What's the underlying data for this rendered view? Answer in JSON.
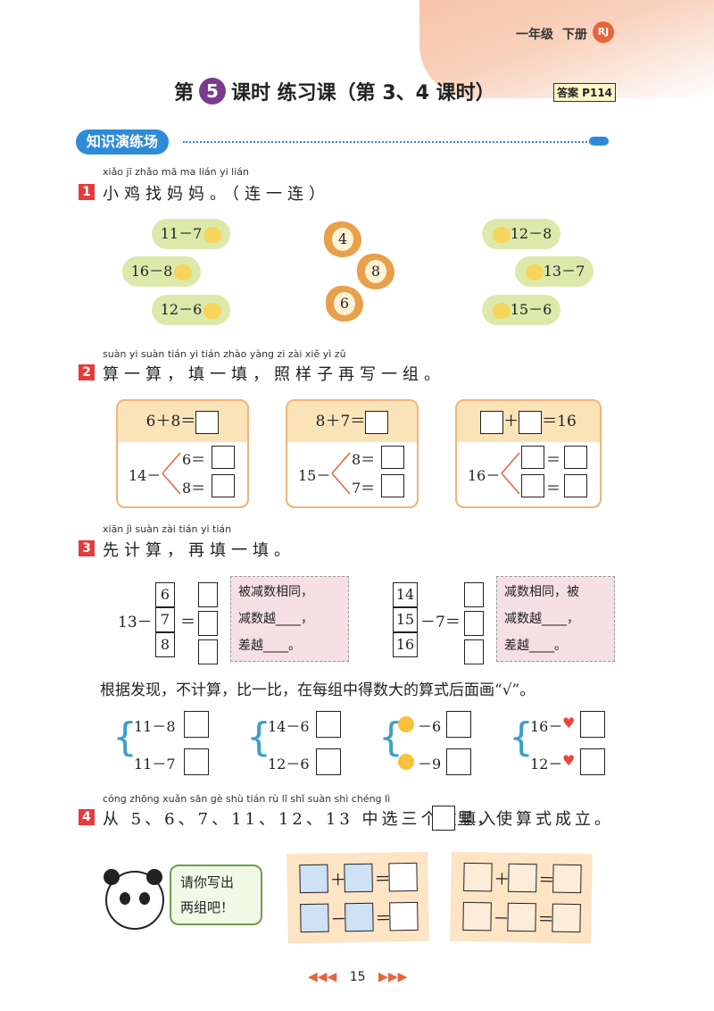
{
  "header": {
    "grade": "一年级",
    "volume": "下册",
    "badge": "RJ"
  },
  "title": {
    "prefix": "第",
    "lesson_no": "5",
    "suffix": "课时 练习课（第 3、4 课时）",
    "answer": "答案 P114"
  },
  "section": {
    "label": "知识演练场"
  },
  "q1": {
    "num": "1",
    "pinyin": "xiǎo jī zhǎo mā ma        lián yi lián",
    "text": "小鸡找妈妈。（连一连）",
    "left": [
      "11－7",
      "16－8",
      "12－6"
    ],
    "hens": [
      "4",
      "8",
      "6"
    ],
    "right": [
      "12－8",
      "13－7",
      "15－6"
    ]
  },
  "q2": {
    "num": "2",
    "pinyin": "suàn yi suàn  tián yi tián  zhào yàng zi zài xiě yì zǔ",
    "text": "算一算，填一填，照样子再写一组。",
    "cards": [
      {
        "top": "6＋8＝",
        "minuend": "14－",
        "a": "6＝",
        "b": "8＝"
      },
      {
        "top": "8＋7＝",
        "minuend": "15－",
        "a": "8＝",
        "b": "7＝"
      },
      {
        "top_plus": "＋",
        "top_eq": "＝16",
        "minuend": "16－",
        "eq": "＝"
      }
    ]
  },
  "q3": {
    "num": "3",
    "pinyin": "xiān jì suàn  zài tián yi tián",
    "text": "先计算，再填一填。",
    "left": {
      "minuend": "13－",
      "subs": [
        "6",
        "7",
        "8"
      ],
      "eq": "＝"
    },
    "right": {
      "nums": [
        "14",
        "15",
        "16"
      ],
      "sub": "－7＝"
    },
    "note1": [
      "被减数相同，",
      "减数越____，",
      "差越____。"
    ],
    "note2": [
      "减数相同，被",
      "减数越____，",
      "差越____。"
    ],
    "instruction": "根据发现，不计算，比一比，在每组中得数大的算式后面画“√”。",
    "groups": [
      {
        "a": "11－8",
        "b": "11－7"
      },
      {
        "a": "14－6",
        "b": "12－6"
      },
      {
        "a": "－6",
        "b": "－9"
      },
      {
        "a": "16－",
        "b": "12－"
      }
    ]
  },
  "q4": {
    "num": "4",
    "pinyin": "cóng        zhōng xuǎn sān gè shù tián rù     lǐ   shǐ suàn shì chéng lì",
    "text_a": "从 5、6、7、11、12、13 中选三个数填入",
    "text_b": "里，使算式成立。",
    "bubble": [
      "请你写出",
      "两组吧！"
    ],
    "plus": "＋",
    "minus": "－",
    "eq": "＝"
  },
  "footer": {
    "page": "15",
    "arrows_left": "◀◀◀",
    "arrows_right": "▶▶▶"
  }
}
